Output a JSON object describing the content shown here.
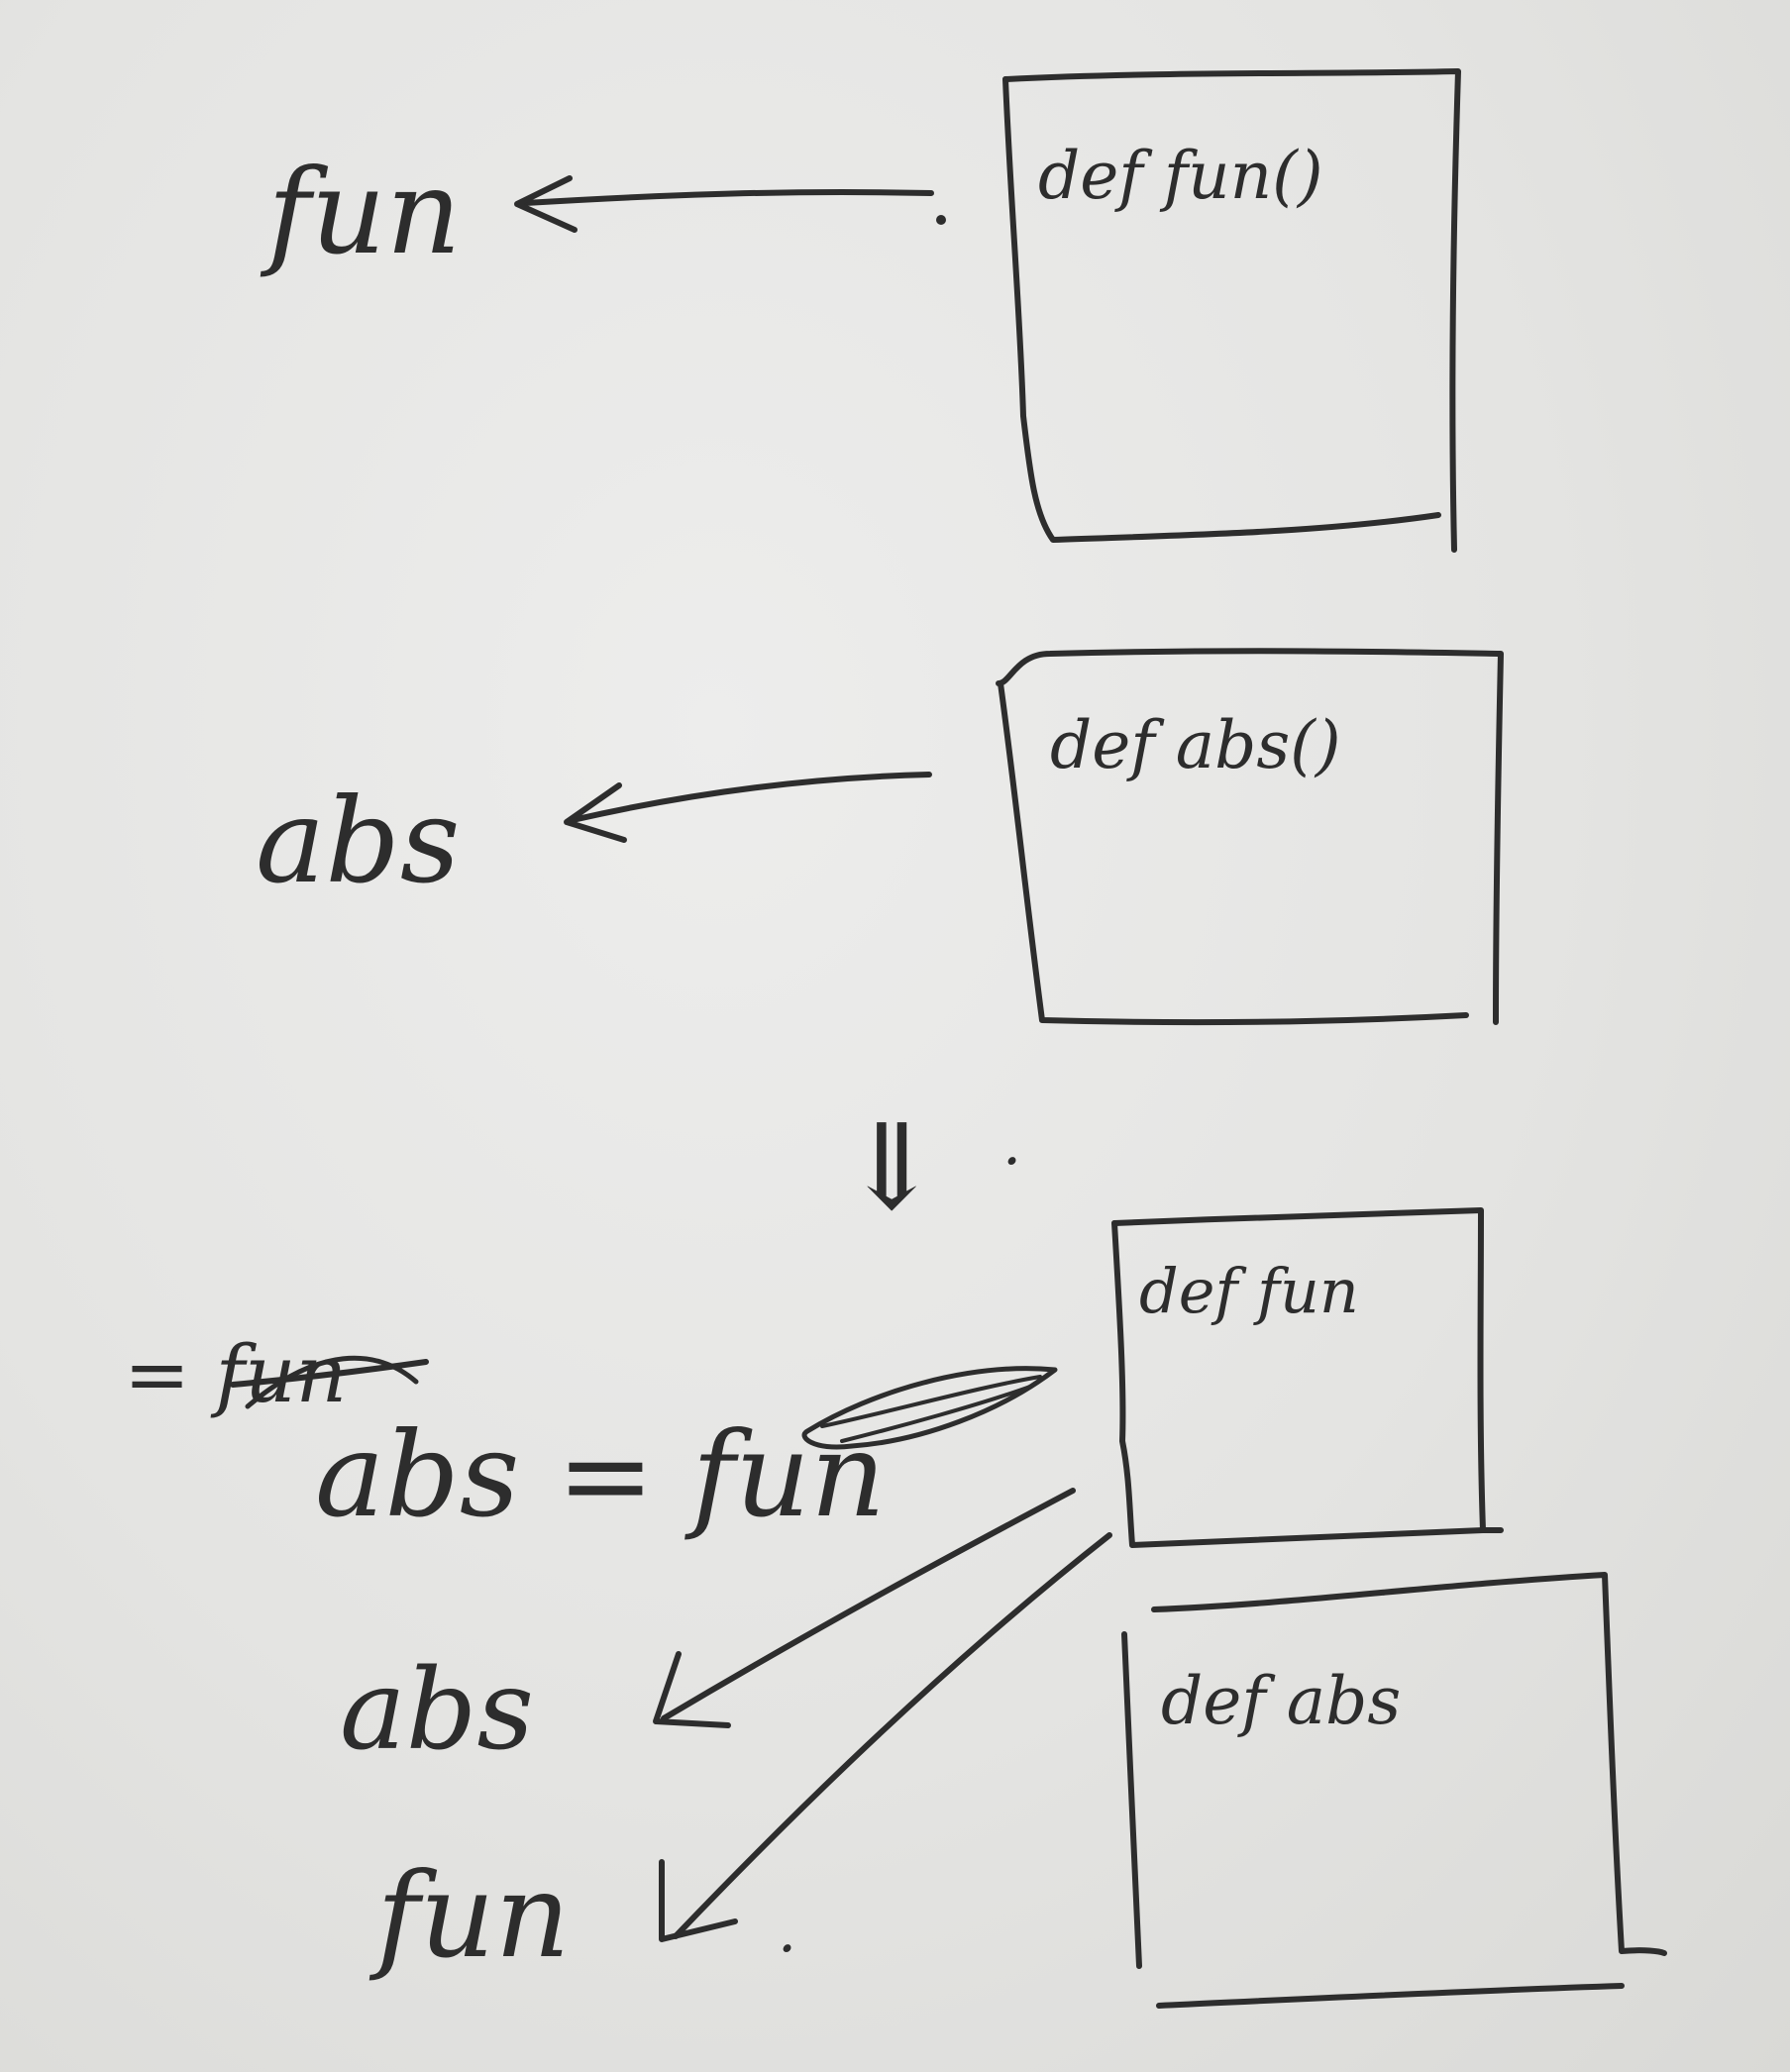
{
  "diagram": {
    "stage1": {
      "name_label": "fun",
      "box_label": "def fun()"
    },
    "stage2": {
      "name_label": "abs",
      "box_label": "def abs()"
    },
    "transition": {
      "symbol": "⇓",
      "dot": "."
    },
    "stage3": {
      "struck_text": "= fun",
      "assignment": "abs = fun",
      "name_abs": "abs",
      "name_fun": "fun",
      "trailing_dot": ".",
      "box_fun_label": "def fun",
      "box_abs_label": "def abs"
    }
  }
}
